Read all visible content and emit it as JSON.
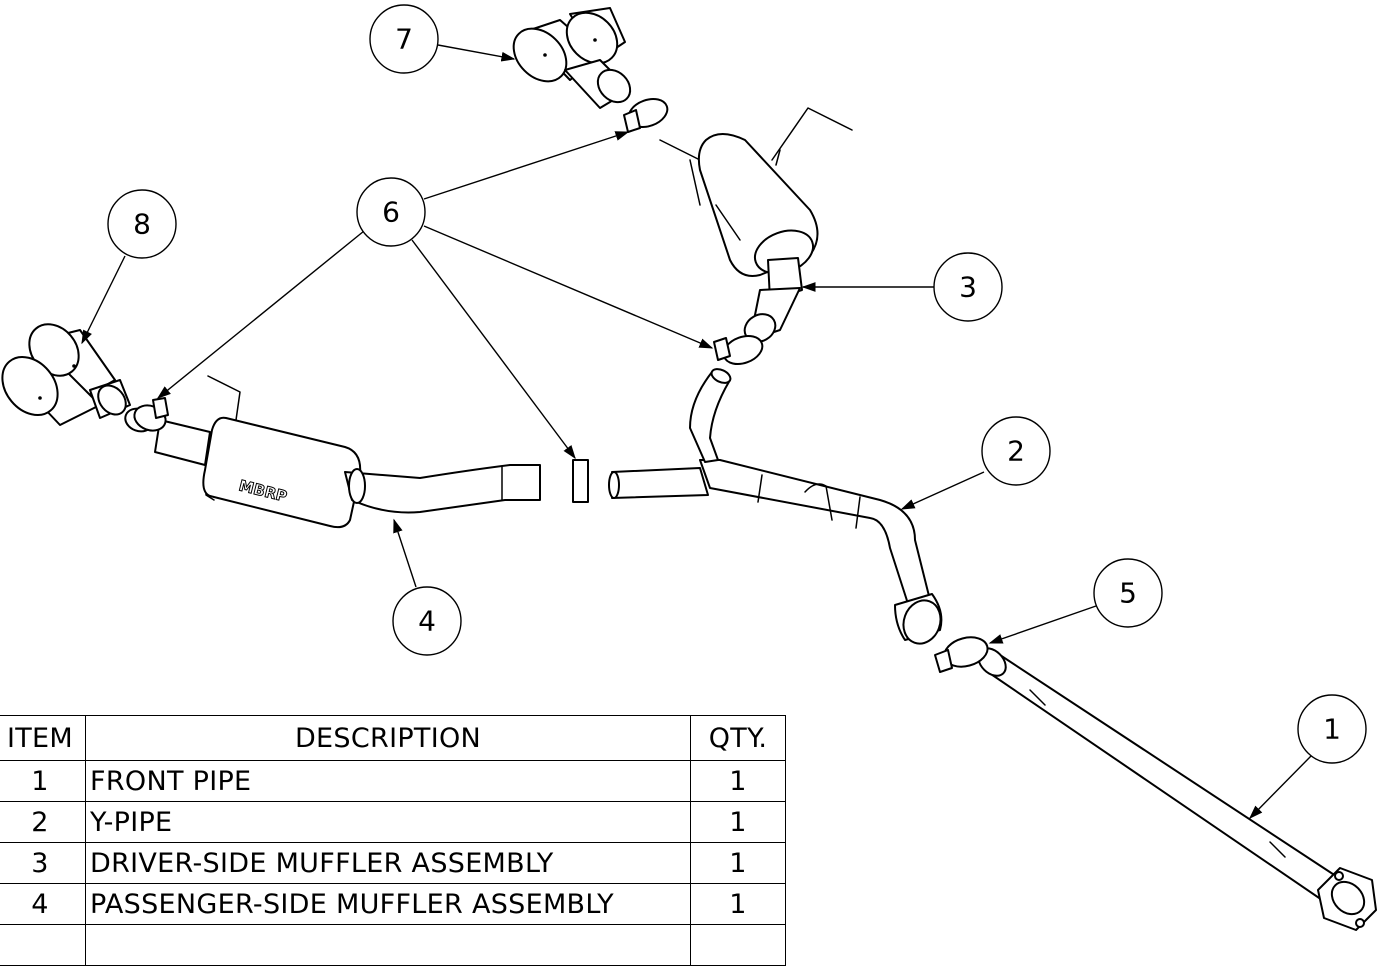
{
  "bom": {
    "headers": {
      "item": "ITEM",
      "description": "DESCRIPTION",
      "qty": "QTY."
    },
    "rows": [
      {
        "item": "1",
        "description": "FRONT PIPE",
        "qty": "1"
      },
      {
        "item": "2",
        "description": "Y-PIPE",
        "qty": "1"
      },
      {
        "item": "3",
        "description": "DRIVER-SIDE MUFFLER ASSEMBLY",
        "qty": "1"
      },
      {
        "item": "4",
        "description": "PASSENGER-SIDE MUFFLER ASSEMBLY",
        "qty": "1"
      },
      {
        "item": "",
        "description": "",
        "qty": ""
      }
    ]
  },
  "balloons": [
    "1",
    "2",
    "3",
    "4",
    "5",
    "6",
    "7",
    "8"
  ],
  "muffler_brand": "MBRP"
}
